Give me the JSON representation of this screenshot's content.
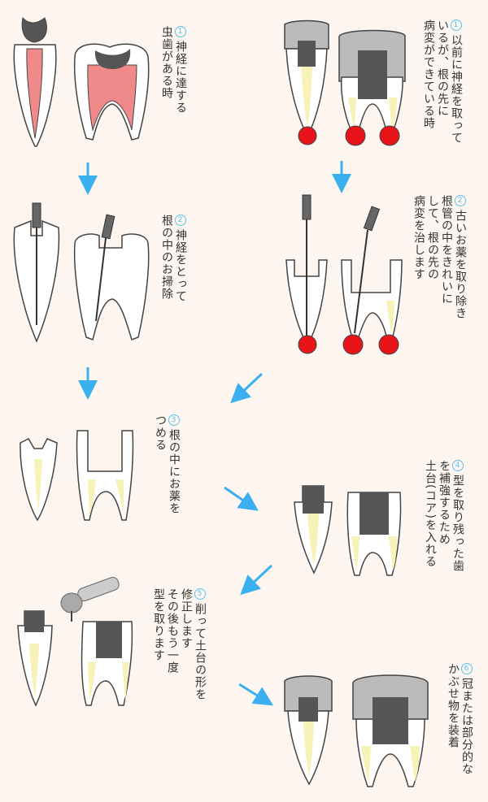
{
  "colors": {
    "background": "#fdf6f0",
    "outline": "#444444",
    "dentin": "#ffffff",
    "pulp": "#f08a8a",
    "cavity": "#555555",
    "core": "#555555",
    "crown": "#bbbbbb",
    "filling": "#f7f2b8",
    "lesion": "#e8141a",
    "arrow": "#3ab0f0",
    "number": "#5bc0eb"
  },
  "left_steps": [
    {
      "number": "1",
      "text": "神経に達する\n虫歯がある時"
    },
    {
      "number": "2",
      "text": "神経をとって\n根の中のお掃除"
    },
    {
      "number": "3",
      "text": "根の中にお薬を\nつめる"
    },
    {
      "number": "5",
      "text": "削って土台の形を\n修正します\nその後もう一度\n型を取ります"
    }
  ],
  "right_steps": [
    {
      "number": "1",
      "text": "以前に神経を取って\nいるが、根の先に\n病変ができている時"
    },
    {
      "number": "2",
      "text": "古いお薬を取り除き\n根管の中をきれいに\nして、根の先の\n病変を治します"
    },
    {
      "number": "4",
      "text": "型を取り残った歯\nを補強するため\n土台(コア)を入れる"
    },
    {
      "number": "6",
      "text": "冠または部分的な\nかぶせ物を装着"
    }
  ]
}
